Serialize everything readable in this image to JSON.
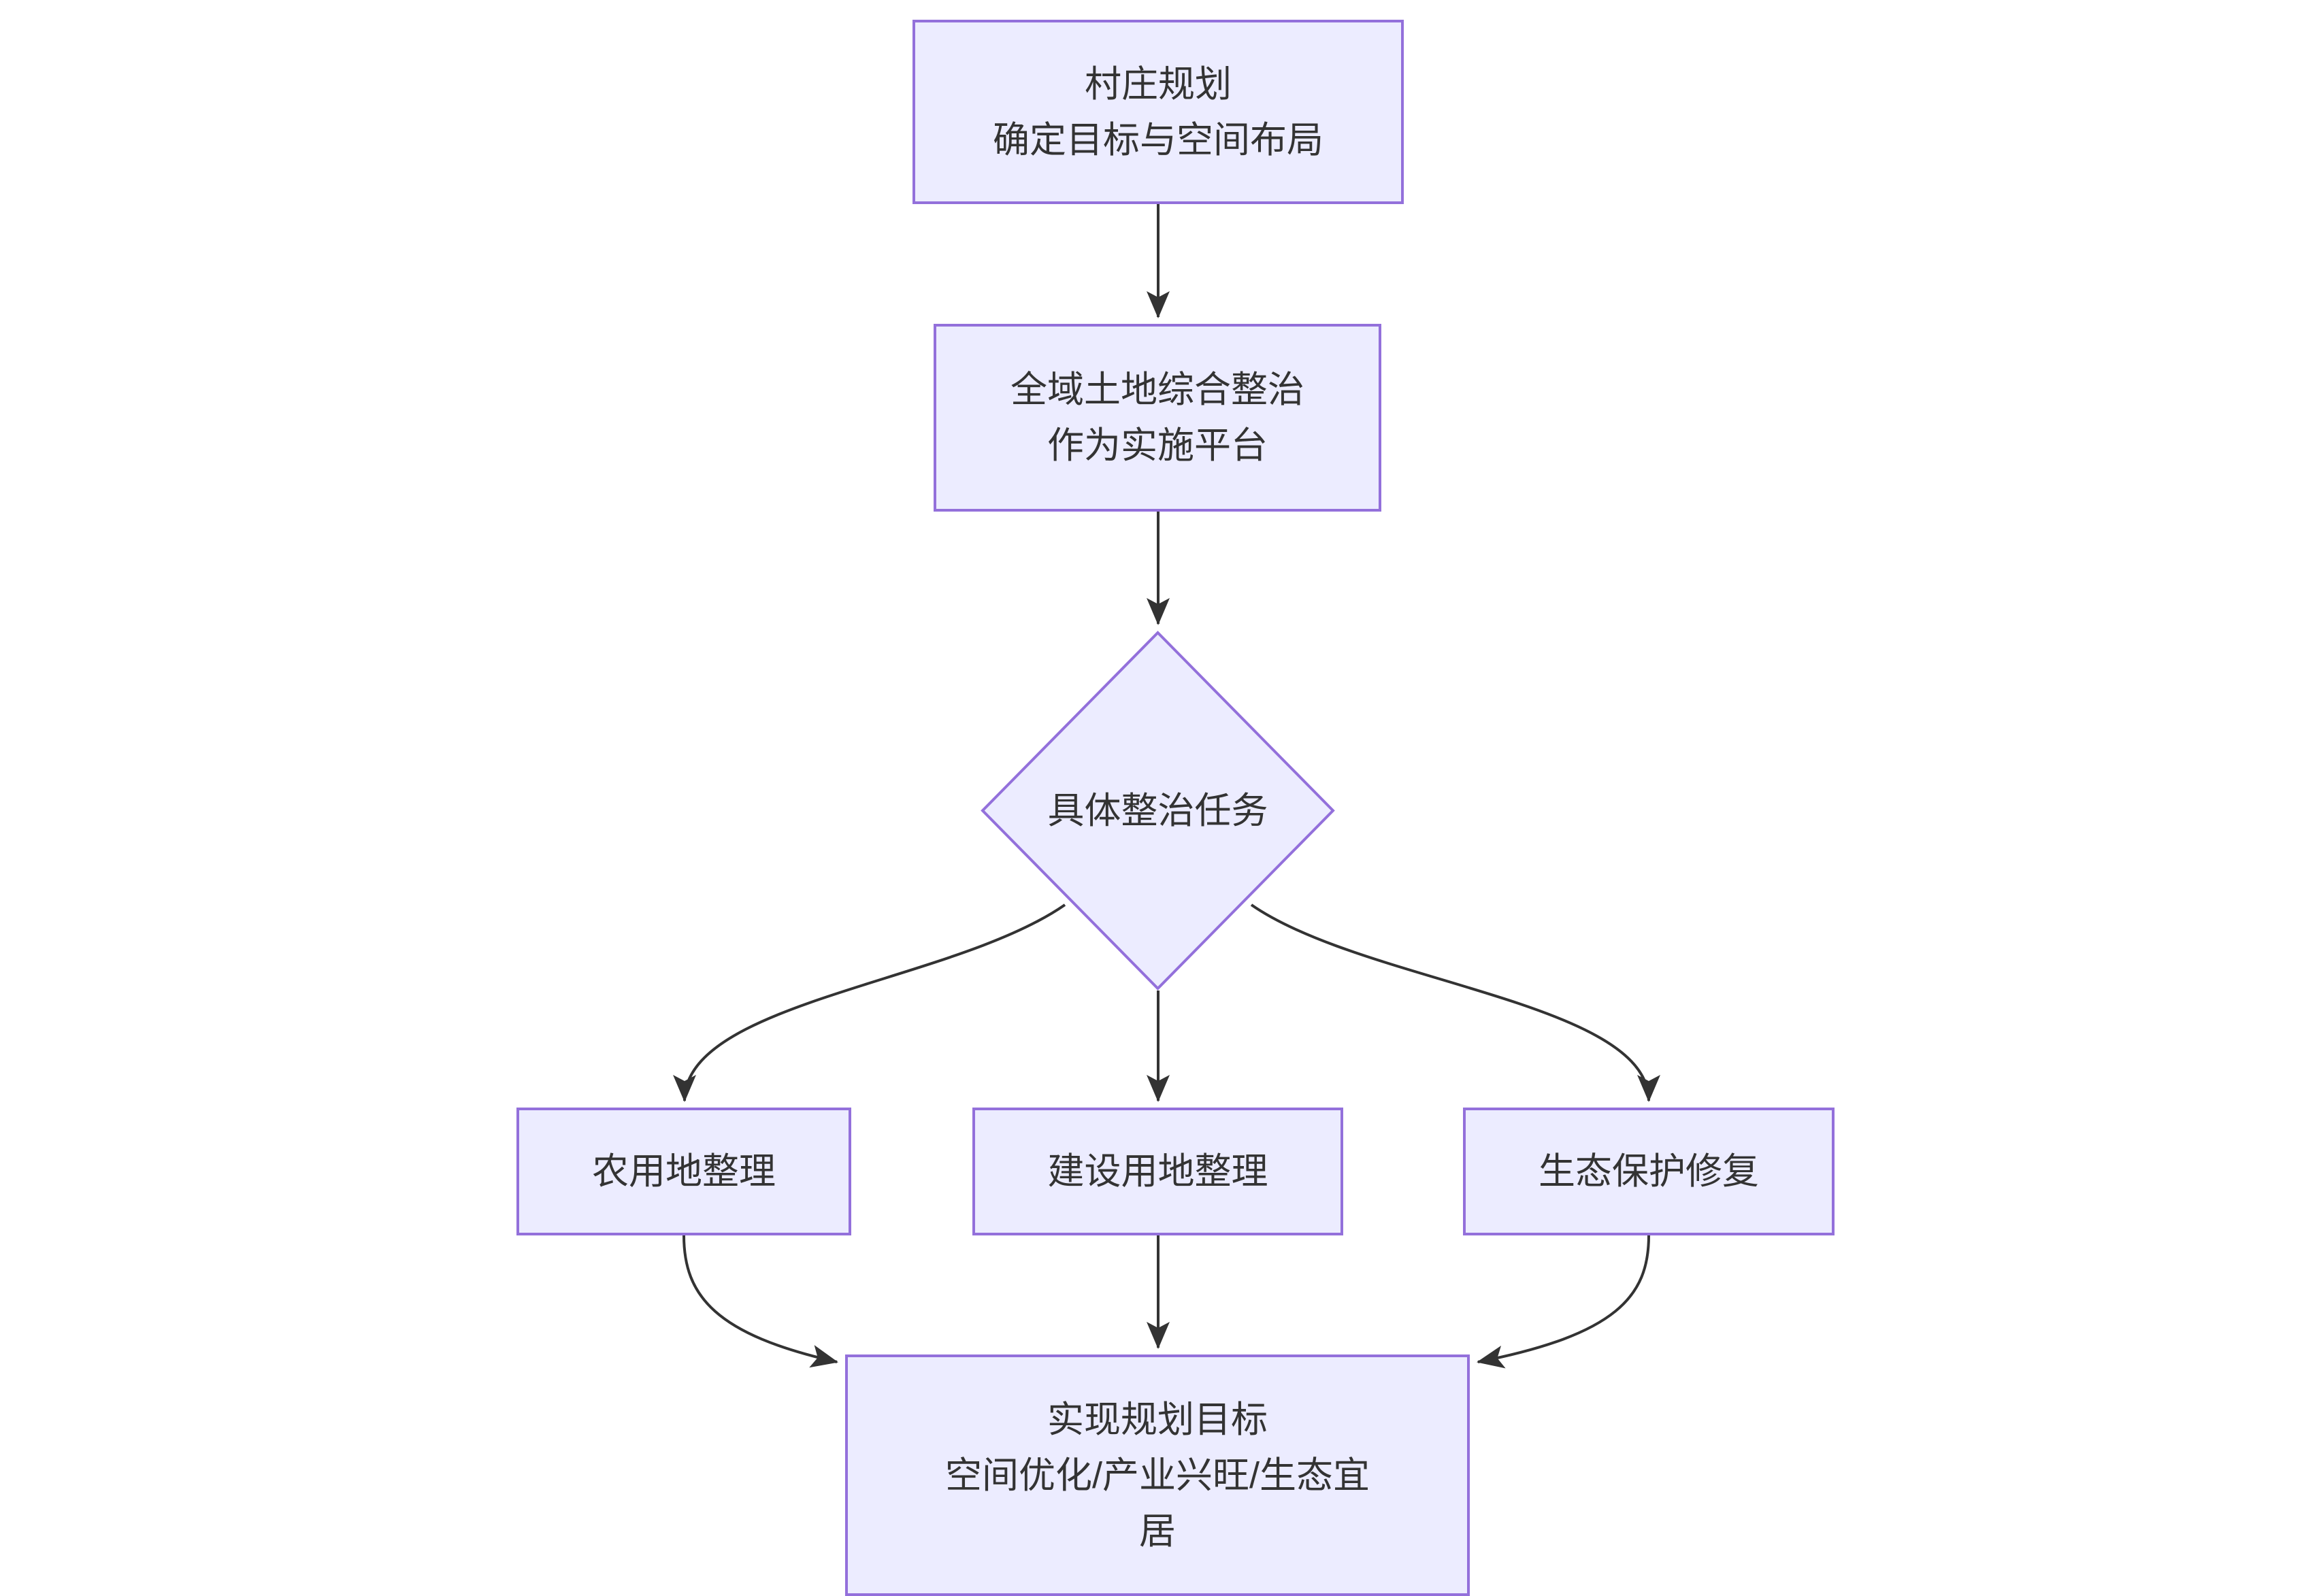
{
  "diagram": {
    "type": "flowchart",
    "direction": "top-down",
    "colors": {
      "canvas_bg": "#ffffff",
      "node_fill": "#ECECFF",
      "node_border": "#9370DB",
      "edge_color": "#333333",
      "text_color": "#333333"
    },
    "nodes": {
      "village_planning": {
        "shape": "rect",
        "lines": [
          "村庄规划",
          "确定目标与空间布局"
        ]
      },
      "land_consolidation": {
        "shape": "rect",
        "lines": [
          "全域土地综合整治",
          "作为实施平台"
        ]
      },
      "specific_tasks": {
        "shape": "diamond",
        "lines": [
          "具体整治任务"
        ]
      },
      "farmland_consolidation": {
        "shape": "rect",
        "lines": [
          "农用地整理"
        ]
      },
      "construction_land": {
        "shape": "rect",
        "lines": [
          "建设用地整理"
        ]
      },
      "ecological_restoration": {
        "shape": "rect",
        "lines": [
          "生态保护修复"
        ]
      },
      "goal_achievement": {
        "shape": "rect",
        "lines": [
          "实现规划目标",
          "空间优化/产业兴旺/生态宜",
          "居"
        ]
      }
    },
    "edges": [
      {
        "from": "village_planning",
        "to": "land_consolidation"
      },
      {
        "from": "land_consolidation",
        "to": "specific_tasks"
      },
      {
        "from": "specific_tasks",
        "to": "farmland_consolidation"
      },
      {
        "from": "specific_tasks",
        "to": "construction_land"
      },
      {
        "from": "specific_tasks",
        "to": "ecological_restoration"
      },
      {
        "from": "farmland_consolidation",
        "to": "goal_achievement"
      },
      {
        "from": "construction_land",
        "to": "goal_achievement"
      },
      {
        "from": "ecological_restoration",
        "to": "goal_achievement"
      }
    ]
  }
}
